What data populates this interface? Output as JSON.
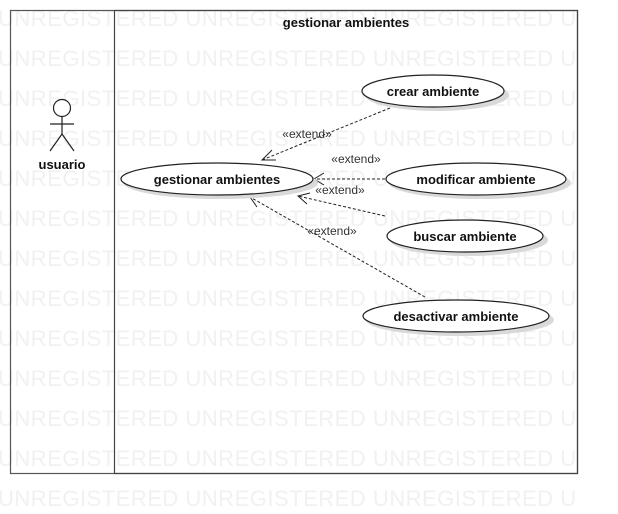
{
  "watermark": "UNREGISTERED UNREGISTERED UNREGISTERED U",
  "system": {
    "title": "gestionar ambientes"
  },
  "actor": {
    "label": "usuario"
  },
  "use_cases": {
    "main": "gestionar ambientes",
    "crear": "crear ambiente",
    "modificar": "modificar ambiente",
    "buscar": "buscar ambiente",
    "desactivar": "desactivar ambiente"
  },
  "relations": {
    "extend1": "«extend»",
    "extend2": "«extend»",
    "extend3": "«extend»",
    "extend4": "«extend»"
  }
}
